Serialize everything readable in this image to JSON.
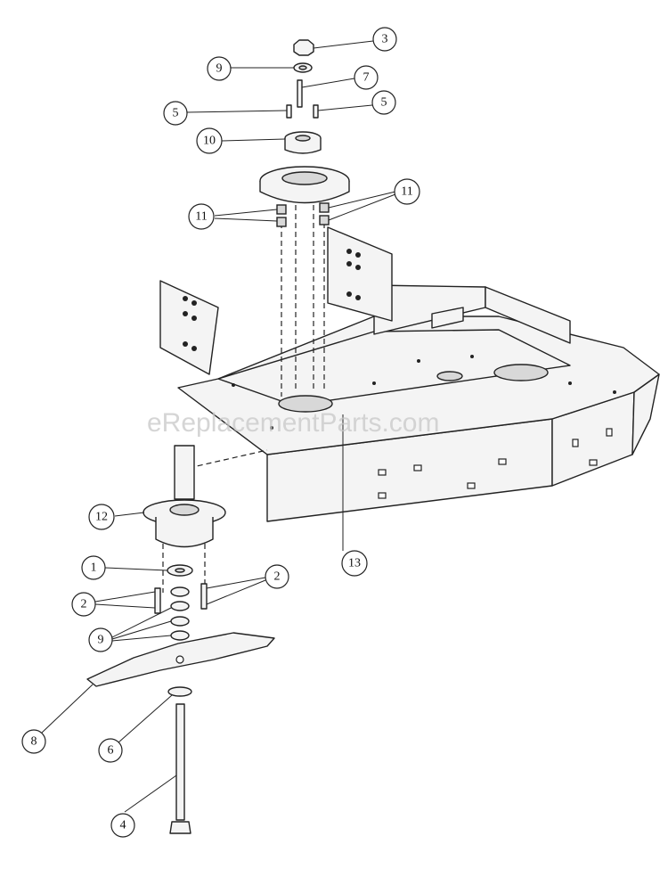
{
  "watermark": "eReplacementParts.com",
  "callouts": [
    {
      "id": "c-3-top",
      "label": "3"
    },
    {
      "id": "c-9-top",
      "label": "9"
    },
    {
      "id": "c-7",
      "label": "7"
    },
    {
      "id": "c-5-left",
      "label": "5"
    },
    {
      "id": "c-5-right",
      "label": "5"
    },
    {
      "id": "c-10",
      "label": "10"
    },
    {
      "id": "c-11-left",
      "label": "11"
    },
    {
      "id": "c-11-right",
      "label": "11"
    },
    {
      "id": "c-12",
      "label": "12"
    },
    {
      "id": "c-13",
      "label": "13"
    },
    {
      "id": "c-1",
      "label": "1"
    },
    {
      "id": "c-2-left",
      "label": "2"
    },
    {
      "id": "c-2-right",
      "label": "2"
    },
    {
      "id": "c-9-bottom",
      "label": "9"
    },
    {
      "id": "c-8",
      "label": "8"
    },
    {
      "id": "c-6",
      "label": "6"
    },
    {
      "id": "c-4",
      "label": "4"
    }
  ]
}
